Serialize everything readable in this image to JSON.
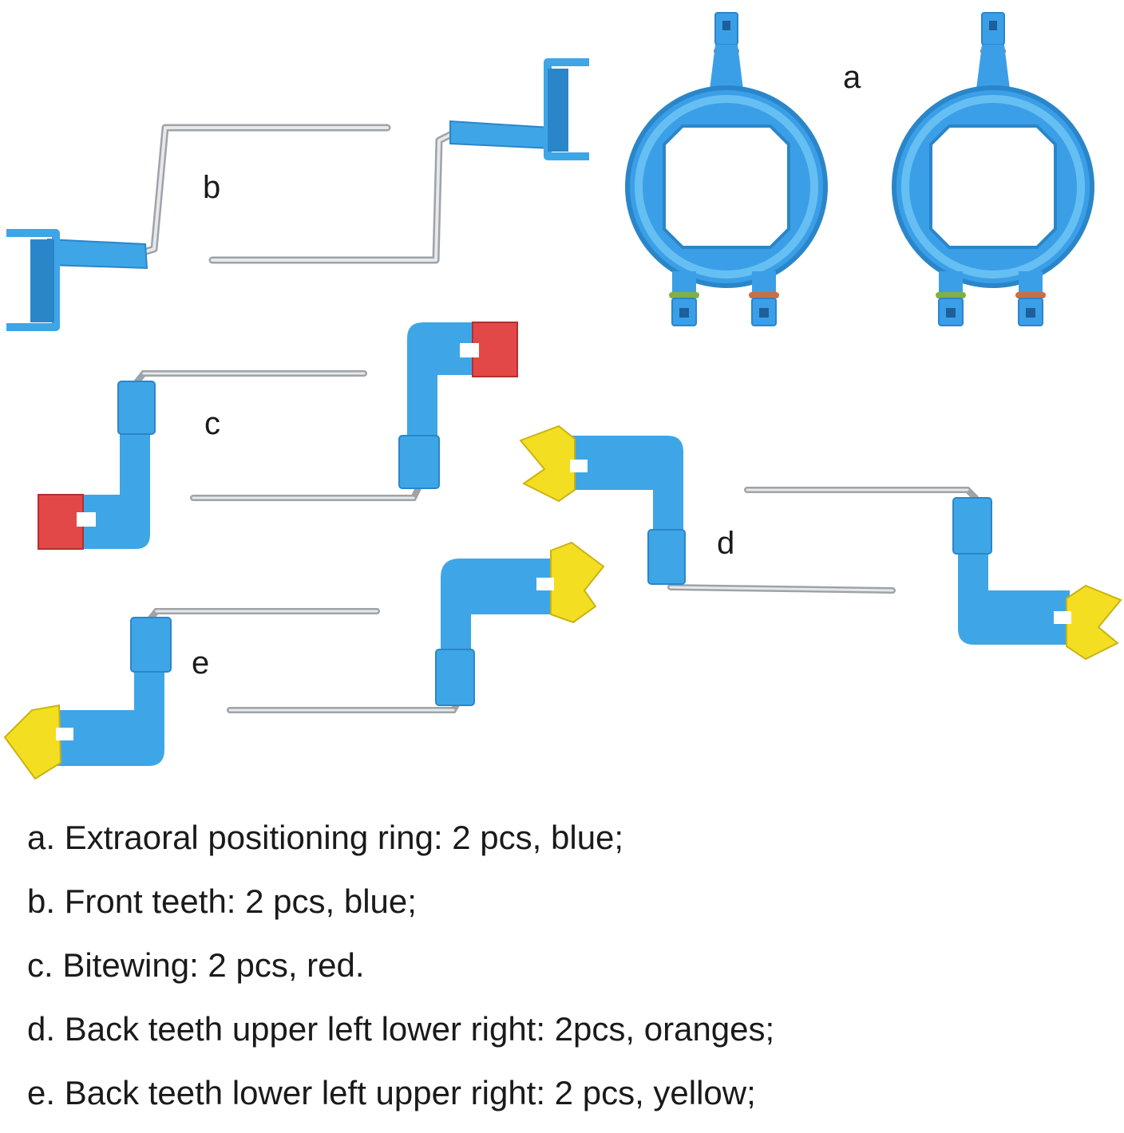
{
  "figure": {
    "labels": {
      "a": "a",
      "b": "b",
      "c": "c",
      "d": "d",
      "e": "e"
    },
    "colors": {
      "holder_blue": "#3ea6e6",
      "holder_dark": "#2a86c9",
      "ring_blue": "#3b9fe8",
      "ring_inner": "#66bff2",
      "rod": "#b5b9bd",
      "red": "#e34848",
      "yellow": "#f3de22",
      "ring_orange": "#c4704a",
      "ring_green": "#7fb04a"
    }
  },
  "legend": [
    "a. Extraoral positioning ring: 2 pcs, blue;",
    "b. Front teeth: 2 pcs, blue;",
    "c. Bitewing: 2 pcs, red.",
    "d. Back teeth upper left lower right: 2pcs, oranges;",
    "e. Back teeth lower left upper right: 2 pcs, yellow;"
  ]
}
